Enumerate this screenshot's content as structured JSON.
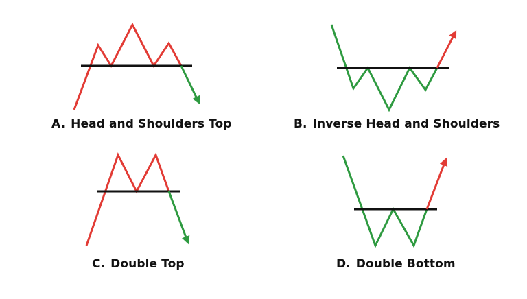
{
  "colors": {
    "red": "#e23b35",
    "green": "#2e9a40",
    "neckline": "#111111",
    "background": "#ffffff"
  },
  "patterns": [
    {
      "letter": "A.",
      "name": "Head and Shoulders Top"
    },
    {
      "letter": "B.",
      "name": "Inverse Head and Shoulders"
    },
    {
      "letter": "C.",
      "name": "Double Top"
    },
    {
      "letter": "D.",
      "name": "Double Bottom"
    }
  ]
}
